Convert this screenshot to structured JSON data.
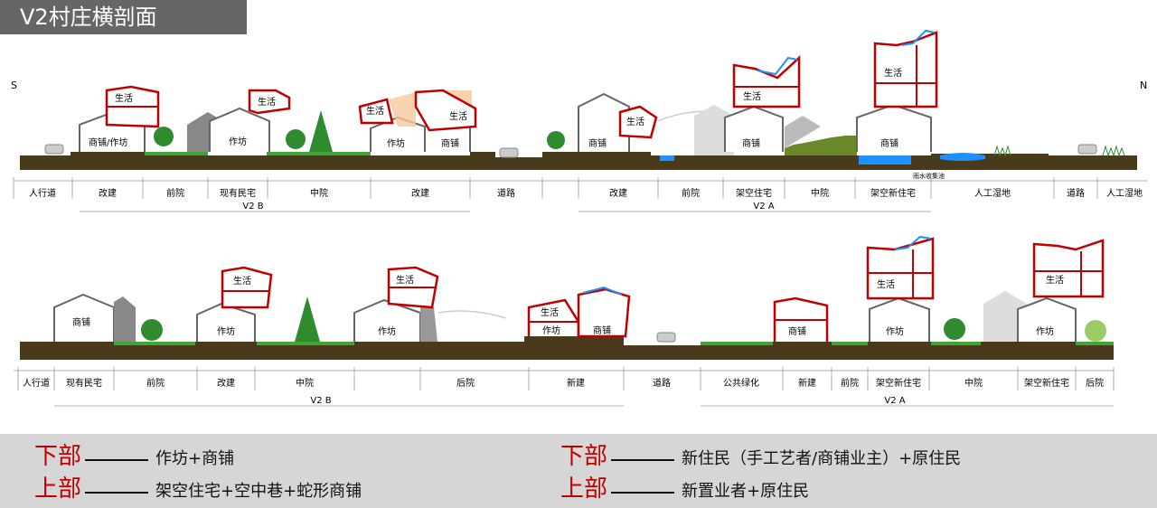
{
  "title": "V2村庄横剖面",
  "compass": {
    "south": "S",
    "north": "N"
  },
  "section_labels": {
    "shenghuo": "生活",
    "shangpu": "商铺",
    "zuofang": "作坊",
    "shangpu_zuofang": "商铺/作坊",
    "rain_pool": "雨水收集池"
  },
  "row1": {
    "zones": [
      "人行道",
      "改建",
      "前院",
      "现有民宅",
      "中院",
      "改建",
      "道路",
      "改建",
      "前院",
      "架空住宅",
      "中院",
      "架空新住宅",
      "人工湿地",
      "道路",
      "人工湿地"
    ],
    "groups": [
      "V2 B",
      "V2 A"
    ]
  },
  "row2": {
    "zones": [
      "人行道",
      "现有民宅",
      "前院",
      "改建",
      "中院",
      "后院",
      "新建",
      "道路",
      "公共绿化",
      "新建",
      "前院",
      "架空新住宅",
      "中院",
      "架空新住宅",
      "后院"
    ],
    "groups": [
      "V2 B",
      "V2 A"
    ]
  },
  "legend": {
    "left": [
      {
        "key": "下部",
        "value": "作坊+商铺"
      },
      {
        "key": "上部",
        "value": "架空住宅+空中巷+蛇形商铺"
      }
    ],
    "right": [
      {
        "key": "下部",
        "value": "新住民（手工艺者/商铺业主）+原住民"
      },
      {
        "key": "上部",
        "value": "新置业者+原住民"
      }
    ]
  },
  "colors": {
    "ground": "#4a3a1c",
    "grass": "#3fa535",
    "accent": "#c00000",
    "water": "#1e90ff",
    "tree": "#2e8b2e"
  }
}
